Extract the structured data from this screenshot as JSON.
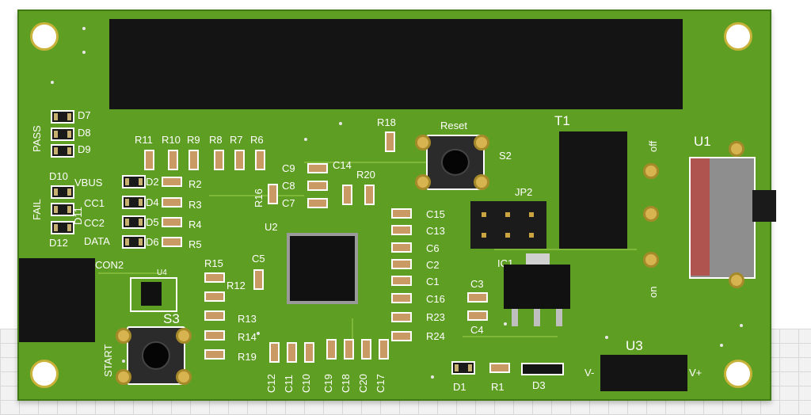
{
  "silkscreen": {
    "pass": "PASS",
    "fail": "FAIL",
    "d7": "D7",
    "d8": "D8",
    "d9": "D9",
    "d10": "D10",
    "d11": "D11",
    "d12": "D12",
    "vbus": "VBUS",
    "cc1": "CC1",
    "cc2": "CC2",
    "data": "DATA",
    "d2": "D2",
    "d4": "D4",
    "d5": "D5",
    "d6": "D6",
    "r2": "R2",
    "r3": "R3",
    "r4": "R4",
    "r5": "R5",
    "r11": "R11",
    "r10": "R10",
    "r9": "R9",
    "r8": "R8",
    "r7": "R7",
    "r6": "R6",
    "r16": "R16",
    "r18": "R18",
    "r20": "R20",
    "c9": "C9",
    "c8": "C8",
    "c7": "C7",
    "c14": "C14",
    "reset": "Reset",
    "s2": "S2",
    "t1": "T1",
    "jp2": "JP2",
    "u1": "U1",
    "off": "off",
    "on": "on",
    "c15": "C15",
    "c13": "C13",
    "c6": "C6",
    "c2": "C2",
    "c1": "C1",
    "c16": "C16",
    "c3": "C3",
    "c4": "C4",
    "r23": "R23",
    "r24": "R24",
    "ic1": "IC1",
    "u2": "U2",
    "c5": "C5",
    "con2": "CON2",
    "u4": "U4",
    "r15": "R15",
    "r12": "R12",
    "r13": "R13",
    "r14": "R14",
    "r19": "R19",
    "s3": "S3",
    "start": "START",
    "c12": "C12",
    "c11": "C11",
    "c10": "C10",
    "c19": "C19",
    "c18": "C18",
    "c20": "C20",
    "c17": "C17",
    "d1": "D1",
    "r1": "R1",
    "d3": "D3",
    "u3": "U3",
    "vminus": "V-",
    "vplus": "V+"
  },
  "colors": {
    "board": "#5e9e22",
    "silkscreen": "#ffffff",
    "pad": "#d7b450",
    "component": "#141414"
  }
}
